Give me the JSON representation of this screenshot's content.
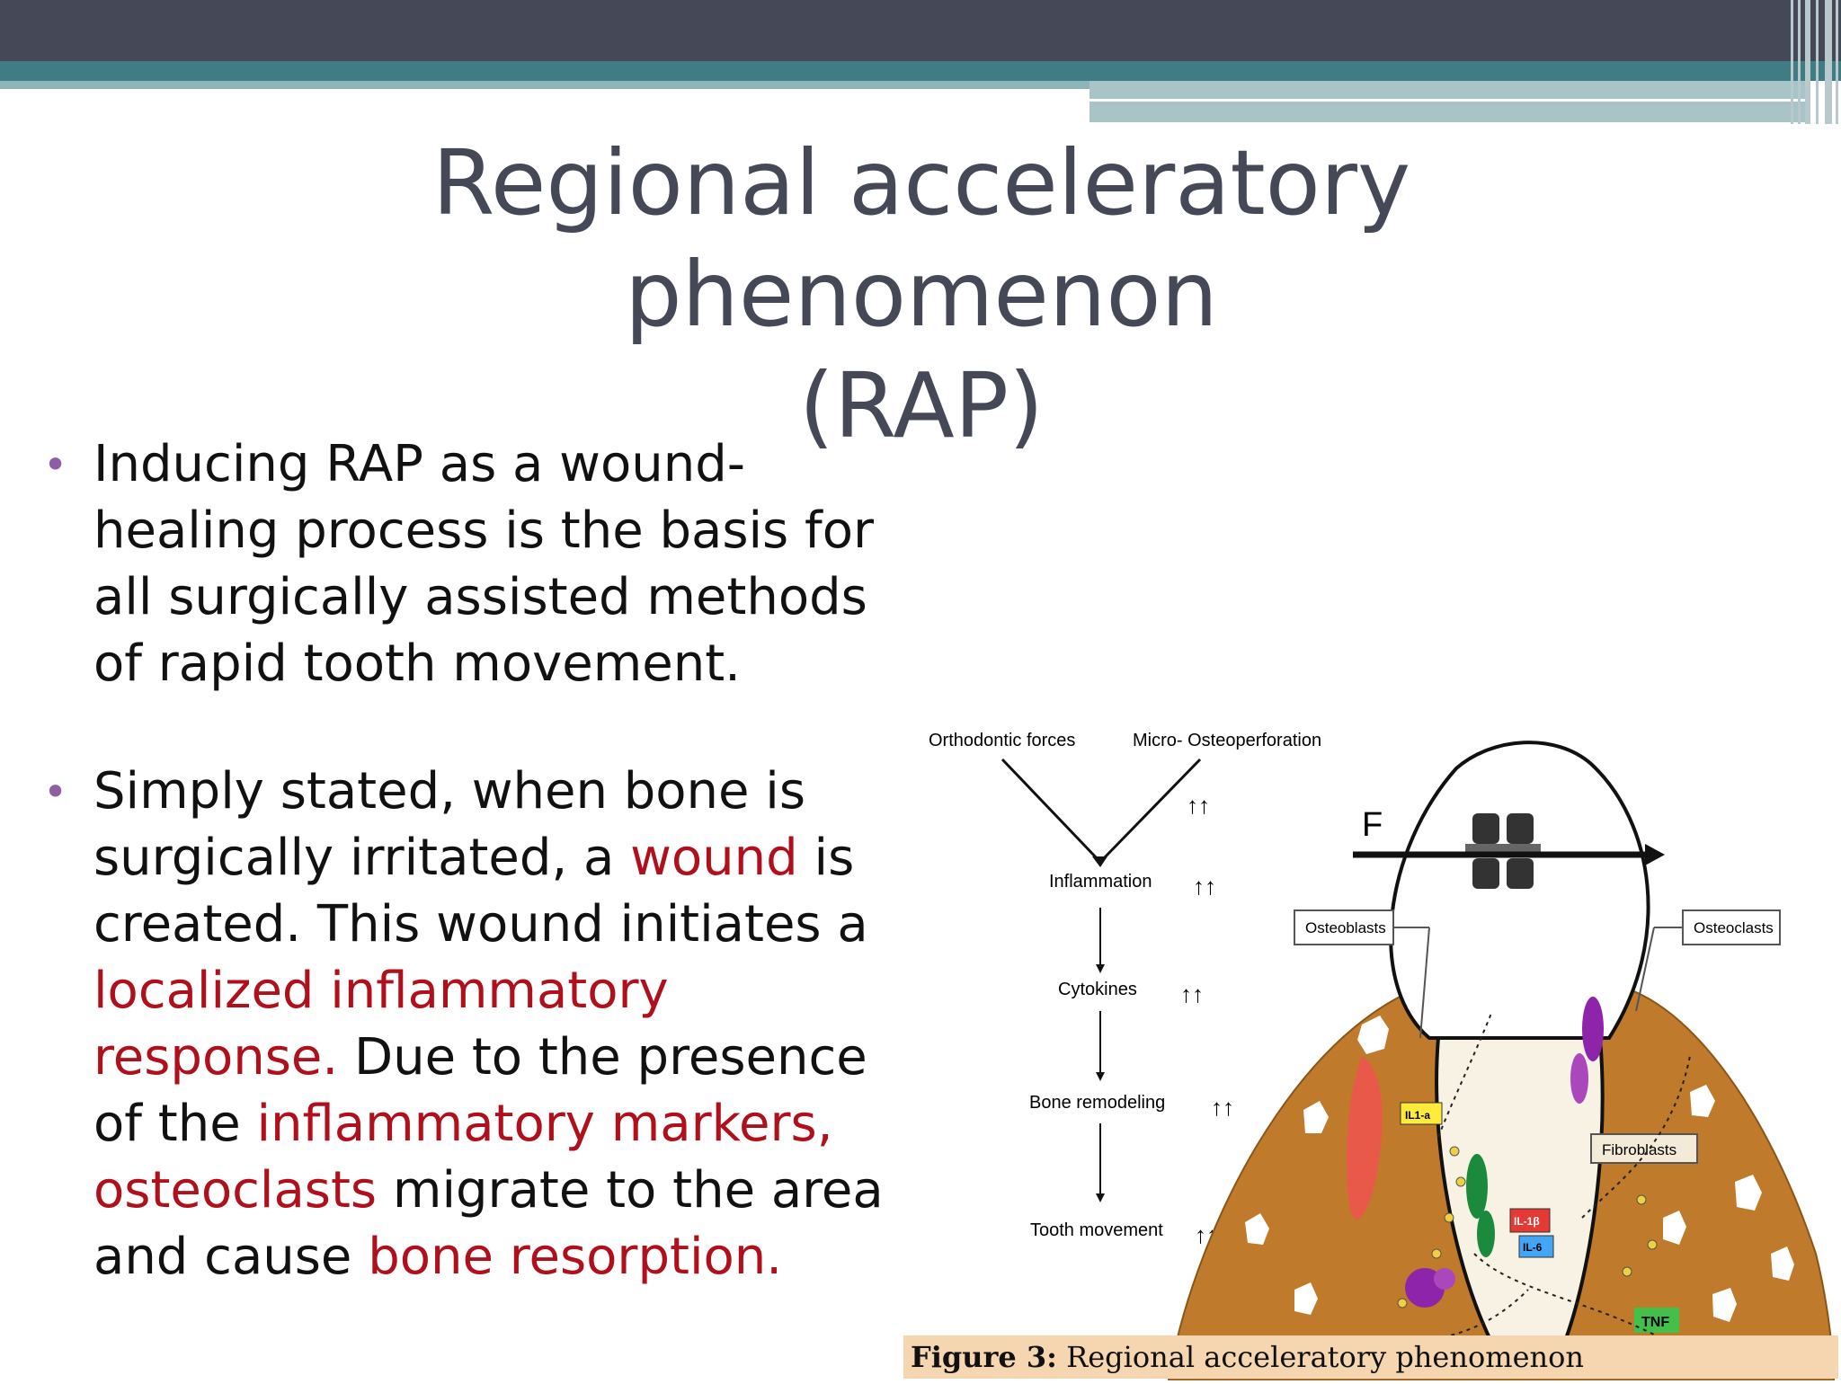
{
  "slide": {
    "title_line1": "Regional acceleratory phenomenon",
    "title_line2": "(RAP)",
    "bullets": [
      {
        "text": "Inducing RAP as a wound-healing process is the basis for all surgically assisted methods of rapid tooth movement."
      },
      {
        "p1": "Simply stated, when bone is surgically irritated, a ",
        "h1": "wound",
        "p2": " is created. This wound initiates a ",
        "h2": "localized inflammatory response.",
        "p3": " Due to the presence of the ",
        "h3": "inflammatory markers, osteoclasts",
        "p4": " migrate to the area and cause ",
        "h4": "bone resorption."
      }
    ],
    "bullet_color": "#8e5da3",
    "highlight_color": "#b0101c"
  },
  "figure": {
    "flow": {
      "top_left": "Orthodontic forces",
      "top_right": "Micro- Osteoperforation",
      "steps": [
        "Inflammation",
        "Cytokines",
        "Bone remodeling",
        "Tooth movement"
      ],
      "arrows": "↑↑"
    },
    "labels": {
      "force": "F",
      "osteoblasts": "Osteoblasts",
      "osteoclasts": "Osteoclasts",
      "fibroblasts": "Fibroblasts",
      "il1": "IL1-a",
      "il1b": "IL-1β",
      "il6": "IL-6",
      "tnf": "TNF"
    },
    "caption_bold": "Figure 3:",
    "caption_text": " Regional acceleratory phenomenon"
  },
  "colors": {
    "header": "#454857",
    "teal": "#3f7c84",
    "bone": "#c07a2c",
    "title": "#454857"
  }
}
